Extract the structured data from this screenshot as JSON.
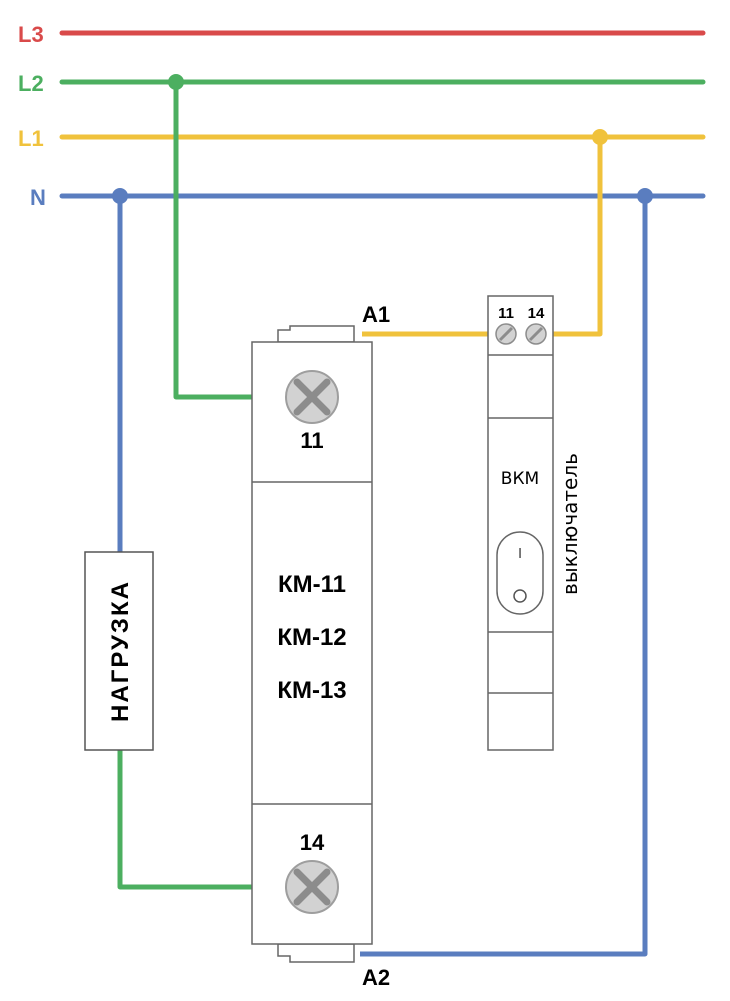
{
  "colors": {
    "L3": "#d94a4a",
    "L2": "#4caf60",
    "L1": "#f0c23c",
    "N": "#5a7dbf",
    "outline": "#666666",
    "terminal": "#cfcfcf"
  },
  "lines": {
    "L3": "L3",
    "L2": "L2",
    "L1": "L1",
    "N": "N"
  },
  "relay": {
    "top_terminal": "11",
    "bottom_terminal": "14",
    "coil_top": "A1",
    "coil_bottom": "A2",
    "models": [
      "КМ-11",
      "КМ-12",
      "КМ-13"
    ]
  },
  "switch": {
    "terminal_left": "11",
    "terminal_right": "14",
    "name": "ВКМ",
    "caption": "выключатель",
    "toggle_mark": "I"
  },
  "load": {
    "label": "НАГРУЗКА"
  }
}
